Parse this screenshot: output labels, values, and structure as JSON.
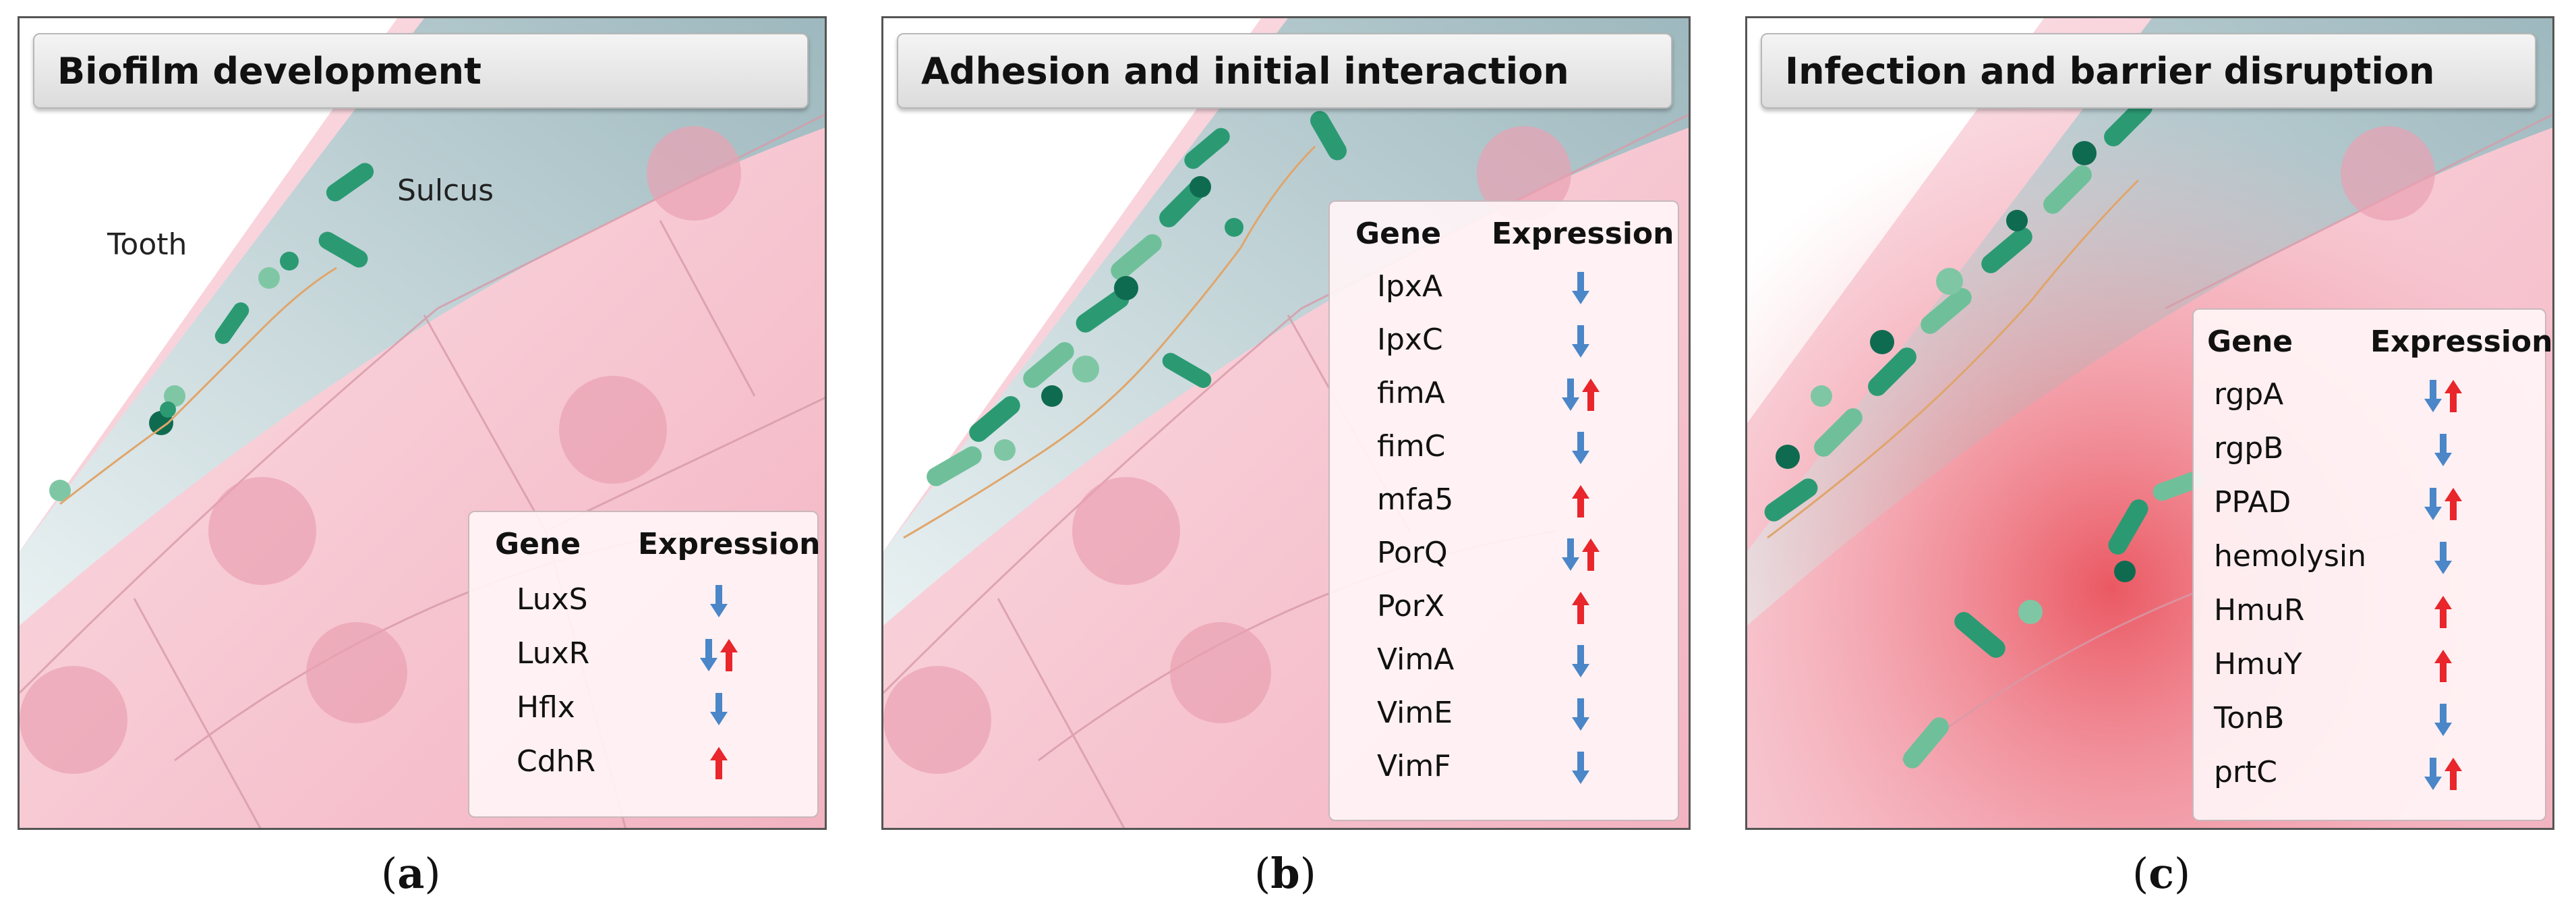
{
  "panels": [
    {
      "title": "Biofilm development",
      "caption_letter": "a",
      "labels": {
        "tooth": "Tooth",
        "sulcus": "Sulcus"
      },
      "header": {
        "gene": "Gene",
        "expression": "Expression"
      },
      "genes": [
        {
          "name": "LuxS",
          "expression": "down"
        },
        {
          "name": "LuxR",
          "expression": "down-up"
        },
        {
          "name": "Hflx",
          "expression": "down"
        },
        {
          "name": "CdhR",
          "expression": "up"
        }
      ]
    },
    {
      "title": "Adhesion and initial interaction",
      "caption_letter": "b",
      "header": {
        "gene": "Gene",
        "expression": "Expression"
      },
      "genes": [
        {
          "name": "IpxA",
          "expression": "down"
        },
        {
          "name": "IpxC",
          "expression": "down"
        },
        {
          "name": "fimA",
          "expression": "down-up"
        },
        {
          "name": "fimC",
          "expression": "down"
        },
        {
          "name": "mfa5",
          "expression": "up"
        },
        {
          "name": "PorQ",
          "expression": "down-up"
        },
        {
          "name": "PorX",
          "expression": "up"
        },
        {
          "name": "VimA",
          "expression": "down"
        },
        {
          "name": "VimE",
          "expression": "down"
        },
        {
          "name": "VimF",
          "expression": "down"
        }
      ]
    },
    {
      "title": "Infection and barrier disruption",
      "caption_letter": "c",
      "header": {
        "gene": "Gene",
        "expression": "Expression"
      },
      "genes": [
        {
          "name": "rgpA",
          "expression": "down-up"
        },
        {
          "name": "rgpB",
          "expression": "down"
        },
        {
          "name": "PPAD",
          "expression": "down-up"
        },
        {
          "name": "hemolysin",
          "expression": "down"
        },
        {
          "name": "HmuR",
          "expression": "up"
        },
        {
          "name": "HmuY",
          "expression": "up"
        },
        {
          "name": "TonB",
          "expression": "down"
        },
        {
          "name": "prtC",
          "expression": "down-up"
        }
      ]
    }
  ],
  "colors": {
    "down_arrow": "#4a86c8",
    "up_arrow": "#e8262b",
    "tissue": "#f7c9d2",
    "sulcus": "#a9c1c6",
    "bacteria": "#1f8a67"
  }
}
